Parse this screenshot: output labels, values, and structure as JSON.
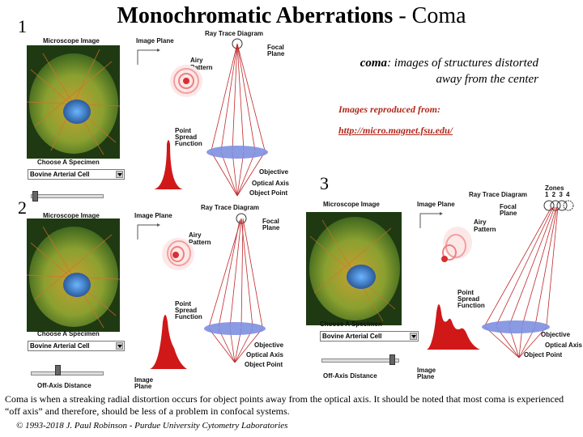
{
  "slide": {
    "number": "1",
    "title_bold": "Monochromatic Aberrations",
    "title_rest": " - Coma"
  },
  "note": {
    "term": "coma",
    "text": ": images of structures distorted away from the center",
    "source_label": "Images reproduced from:",
    "source_url": "http://micro.magnet.fsu.edu/"
  },
  "panels": [
    {
      "number": "1",
      "microscope_image": "Microscope Image",
      "image_plane": "Image Plane",
      "ray_trace": "Ray Trace Diagram",
      "focal_plane": "Focal Plane",
      "airy_pattern": "Airy Pattern",
      "psf": "Point Spread Function",
      "objective": "Objective",
      "optical_axis": "Optical Axis",
      "object_point": "Object Point",
      "choose_specimen": "Choose A Specimen",
      "specimen_value": "Bovine Arterial Cell"
    },
    {
      "number": "2",
      "microscope_image": "Microscope Image",
      "image_plane": "Image Plane",
      "ray_trace": "Ray Trace Diagram",
      "focal_plane": "Focal Plane",
      "airy_pattern": "Airy Pattern",
      "psf": "Point Spread Function",
      "objective": "Objective",
      "optical_axis": "Optical Axis",
      "object_point": "Object Point",
      "choose_specimen": "Choose A Specimen",
      "specimen_value": "Bovine Arterial Cell",
      "off_axis": "Off-Axis Distance",
      "image_plane_bottom": "Image Plane"
    },
    {
      "number": "3",
      "microscope_image": "Microscope Image",
      "image_plane": "Image Plane",
      "ray_trace": "Ray Trace Diagram",
      "zones": "Zones",
      "zone_numbers": "1 2 3 4",
      "focal_plane": "Focal Plane",
      "airy_pattern": "Airy Pattern",
      "psf": "Point Spread Function",
      "objective": "Objective",
      "optical_axis": "Optical Axis",
      "object_point": "Object Point",
      "choose_specimen": "Choose A Specimen",
      "specimen_value": "Bovine Arterial Cell",
      "off_axis": "Off-Axis Distance",
      "image_plane_bottom": "Image Plane"
    }
  ],
  "caption": "Coma is when a streaking radial distortion occurs for object points away from the optical axis. It should be noted that most coma is experienced “off axis” and therefore, should be less of a problem in confocal systems.",
  "footer": "© 1993-2018 J. Paul Robinson - Purdue University Cytometry Laboratories",
  "colors": {
    "ray_red": "#c0282a",
    "lens_blue": "#7d8fe0",
    "psf_red": "#d01818",
    "note_red": "#b0281c"
  }
}
